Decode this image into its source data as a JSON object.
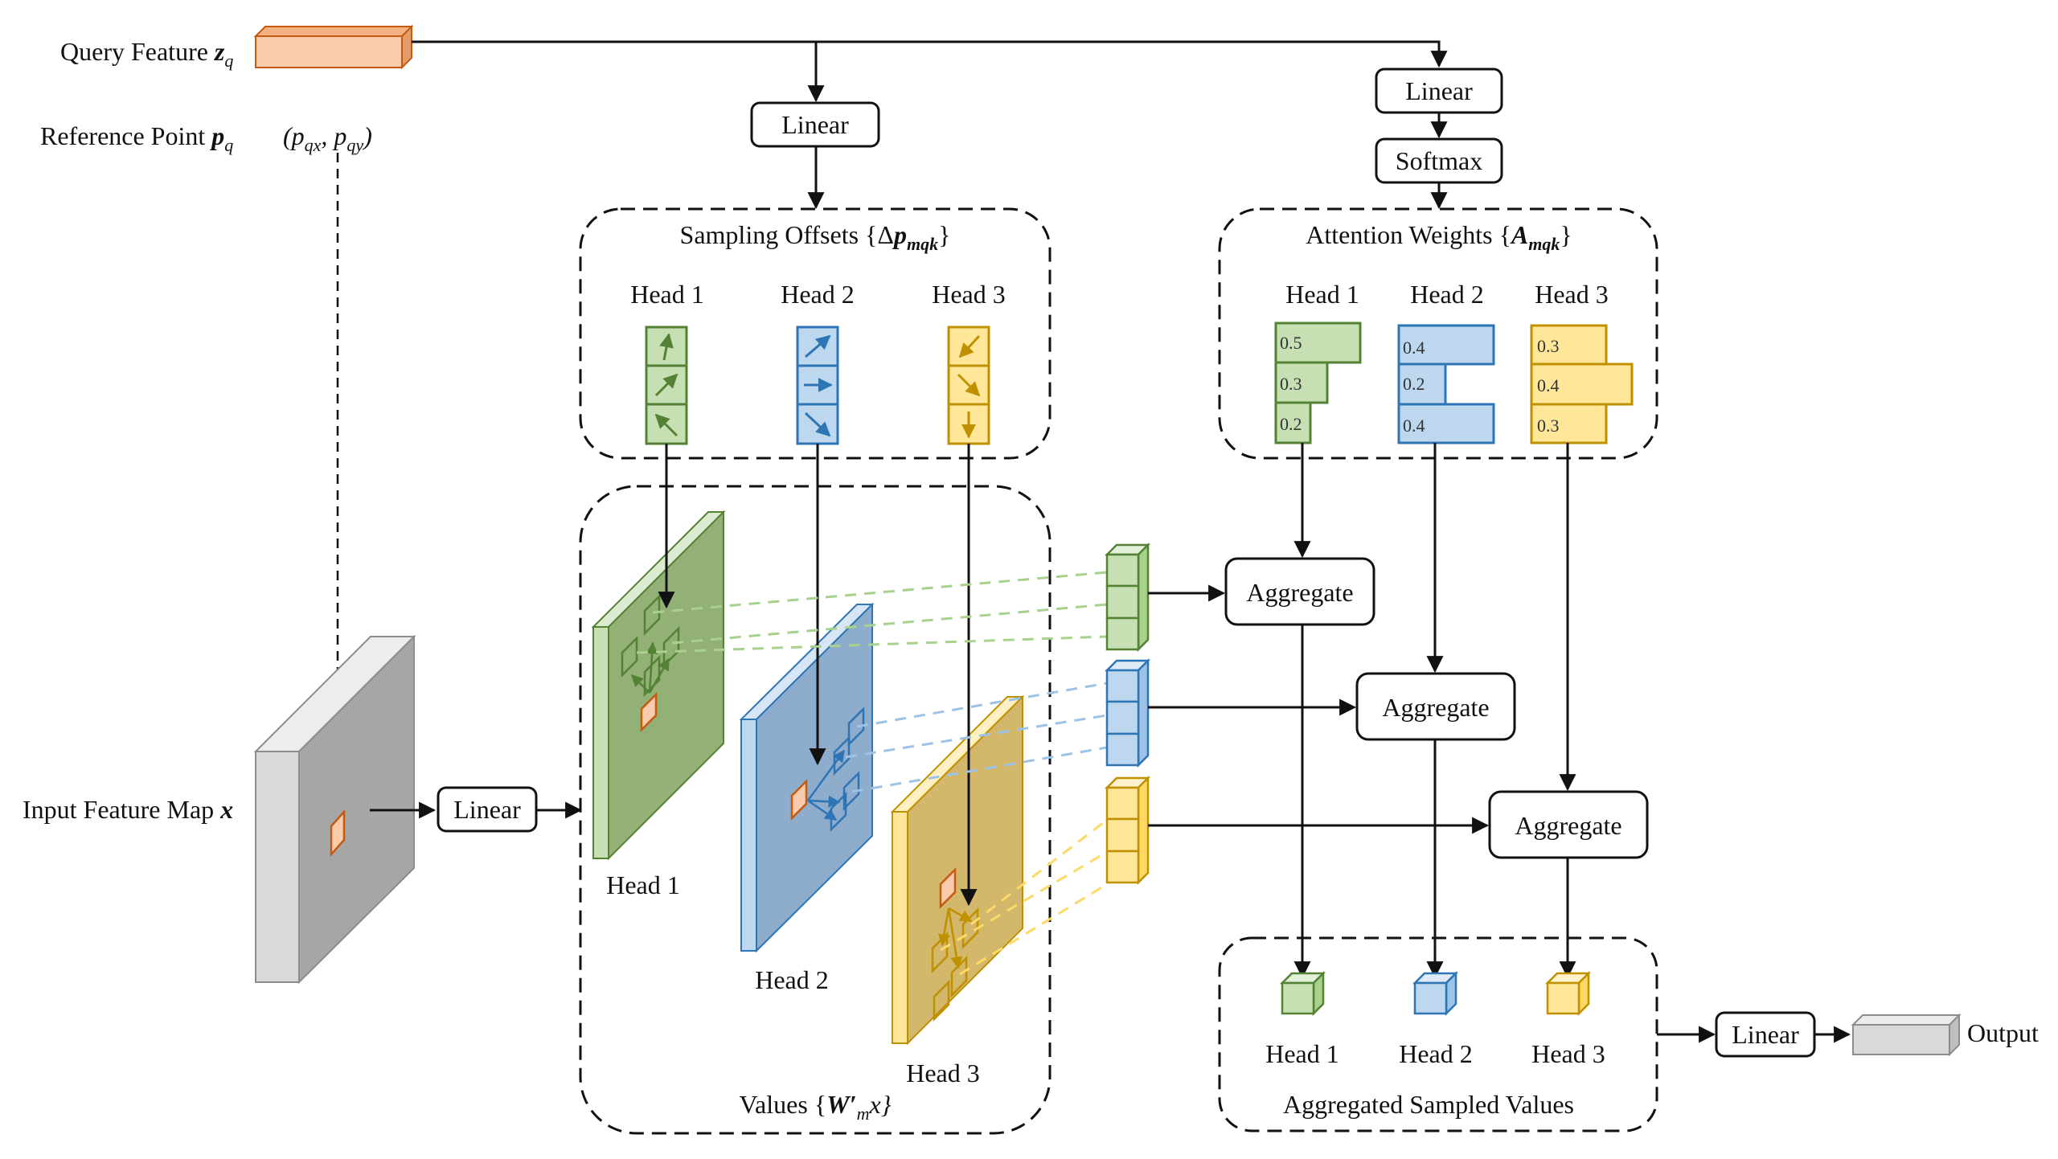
{
  "labels": {
    "query_feature": "Query Feature ",
    "query_var": "z",
    "query_sub": "q",
    "reference_point": "Reference Point ",
    "ref_var": "p",
    "ref_sub": "q",
    "ref_coords_open": "(p",
    "ref_coords_qx": "qx",
    "ref_coords_mid": ", p",
    "ref_coords_qy": "qy",
    "ref_coords_close": ")",
    "input_feature_map": "Input Feature Map ",
    "input_var": "x",
    "output": "Output"
  },
  "blocks": {
    "linear": "Linear",
    "softmax": "Softmax",
    "aggregate": "Aggregate"
  },
  "groups": {
    "sampling_offsets": "Sampling Offsets {Δ",
    "sampling_var": "p",
    "sampling_sub": "mqk",
    "sampling_close": "}",
    "attention_weights": "Attention Weights {",
    "attention_var": "A",
    "attention_sub": "mqk",
    "attention_close": "}",
    "values_open": "Values {",
    "values_var": "W′",
    "values_sub": "m",
    "values_x": "x}",
    "aggregated": "Aggregated Sampled Values"
  },
  "heads": [
    "Head 1",
    "Head 2",
    "Head 3"
  ],
  "attention_weights": [
    [
      "0.5",
      "0.3",
      "0.2"
    ],
    [
      "0.4",
      "0.2",
      "0.4"
    ],
    [
      "0.3",
      "0.4",
      "0.3"
    ]
  ],
  "colors": {
    "green_fill": "#c6e0b4",
    "green_stroke": "#548235",
    "blue_fill": "#bdd7ee",
    "blue_stroke": "#2e75b6",
    "yellow_fill": "#ffe699",
    "yellow_stroke": "#bf9000",
    "orange_fill": "#f8cbad",
    "orange_stroke": "#c55a11",
    "gray_fill": "#d9d9d9",
    "gray_stroke": "#8c8c8c"
  }
}
